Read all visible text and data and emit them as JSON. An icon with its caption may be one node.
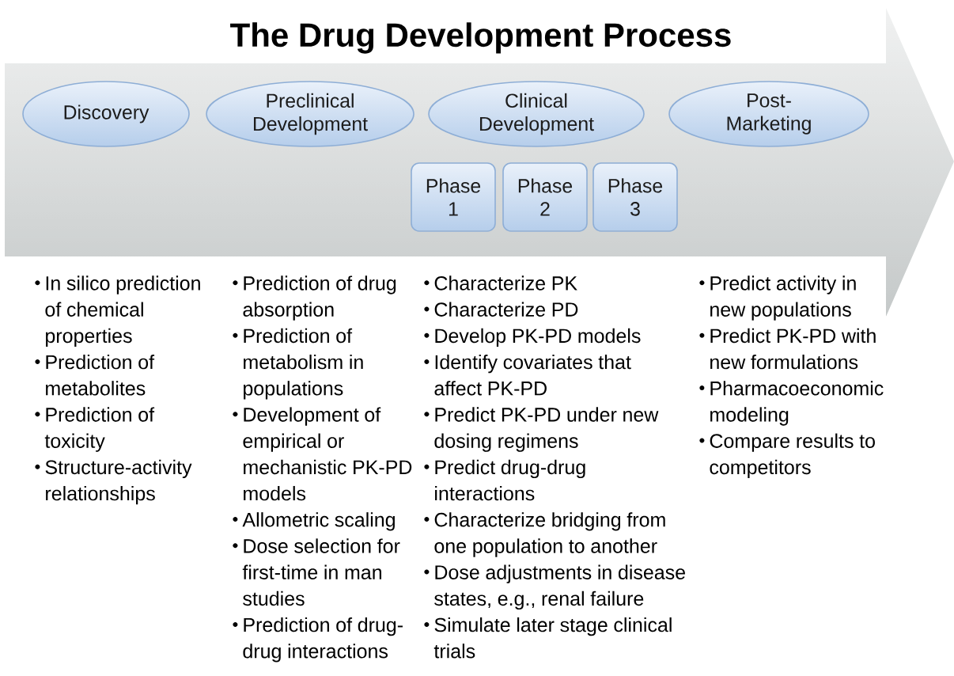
{
  "diagram": {
    "title": "The Drug Development Process",
    "nodes": [
      {
        "text": [
          "Discovery"
        ],
        "beside": [
          "In silico prediction of chemical properties",
          "Prediction of metabolites",
          "Prediction of toxicity",
          "Structure-activity relationships"
        ]
      },
      {
        "text": [
          "Preclinical Development"
        ],
        "beside": [
          "Prediction of drug absorption",
          "Prediction of metabolism in populations",
          "Development of empirical or mechanistic PK-PD models",
          "Allometric scaling",
          "Dose selection for first-time in man studies",
          "Prediction of drug-drug interactions"
        ]
      },
      {
        "text": [
          "Clinical Development"
        ],
        "beside": [
          "Characterize PK",
          "Characterize PD",
          "Develop PK-PD models",
          "Identify covariates that affect PK-PD",
          "Predict PK-PD under new dosing regimens",
          "Predict drug-drug interactions",
          "Characterize bridging from one population to another",
          "Dose adjustments in disease states, e.g., renal failure",
          "Simulate later stage clinical trials"
        ]
      },
      {
        "text": [
          "Post-Marketing"
        ],
        "beside": [
          "Predict activity in new populations",
          "Predict PK-PD with new formulations",
          "Pharmacoeconomic modeling",
          "Compare results to competitors"
        ]
      },
      {
        "text": [
          "Phase 1"
        ]
      },
      {
        "text": [
          "Phase 2"
        ]
      },
      {
        "text": [
          "Phase 3"
        ]
      }
    ]
  }
}
